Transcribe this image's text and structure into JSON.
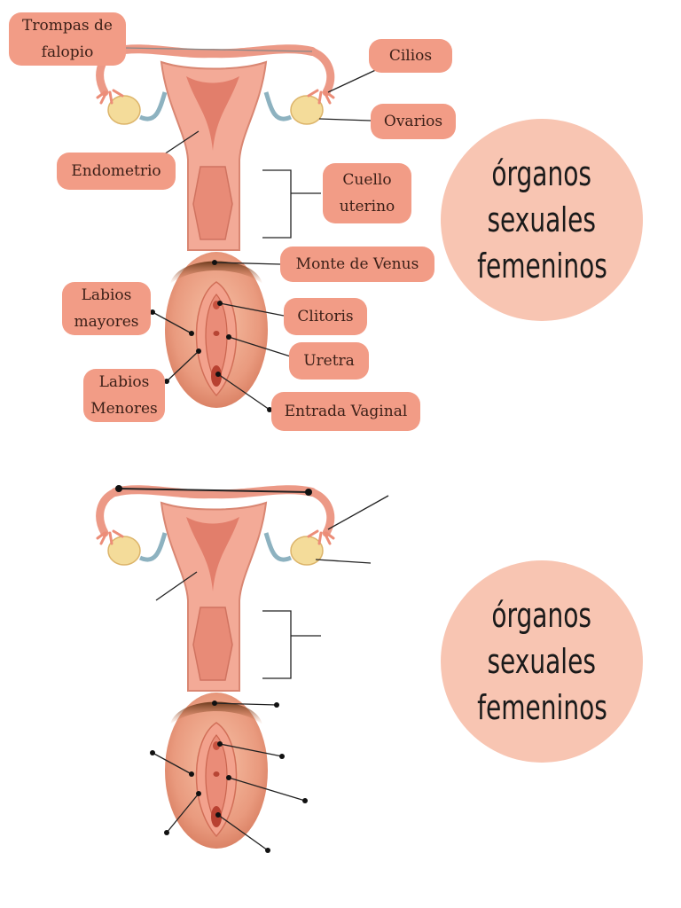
{
  "labeled_diagram": {
    "labels": {
      "fallopian_tubes": [
        "Trompas de",
        "falopio"
      ],
      "cilia": "Cilios",
      "ovaries": "Ovarios",
      "endometrium": "Endometrio",
      "cervix": [
        "Cuello",
        "uterino"
      ],
      "mons_pubis": "Monte de Venus",
      "labia_majora": [
        "Labios",
        "mayores"
      ],
      "clitoris": "Clitoris",
      "urethra": "Uretra",
      "labia_minora": [
        "Labios",
        "Menores"
      ],
      "vaginal_opening": "Entrada Vaginal"
    }
  },
  "title": [
    "órganos",
    "sexuales",
    "femeninos"
  ],
  "colors": {
    "label_bg": "#f29c86",
    "circle_bg": "#f8c5b2",
    "tissue": "#f0a08e",
    "tissue_dark": "#d9826f",
    "ovary": "#f4dc9a",
    "vessel": "#8db2c0"
  }
}
